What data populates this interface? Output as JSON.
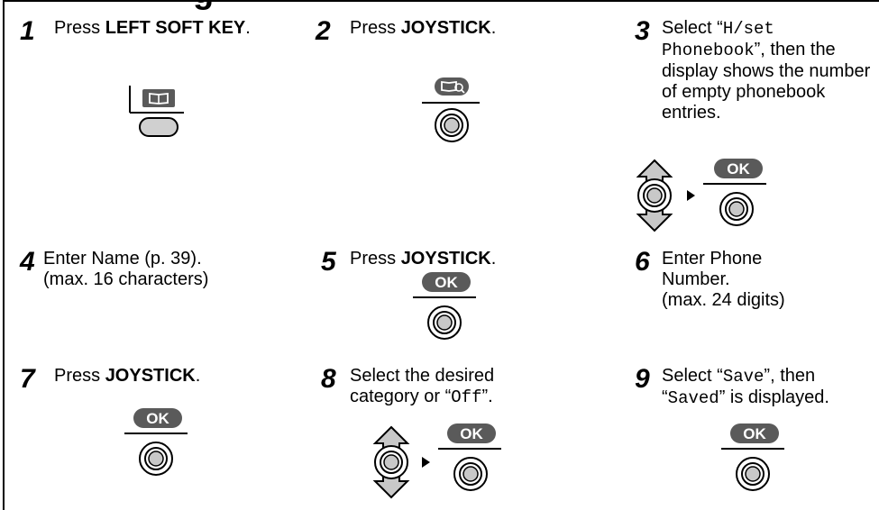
{
  "page": {
    "heading_fragment": "g"
  },
  "steps": [
    {
      "number": "1",
      "prefix": "Press ",
      "bold": "LEFT SOFT KEY",
      "suffix": ".",
      "icon": "left-soft-key-phonebook-icon"
    },
    {
      "number": "2",
      "prefix": "Press ",
      "bold": "JOYSTICK",
      "suffix": ".",
      "icon": "joystick-phonebook-icon"
    },
    {
      "number": "3",
      "prefix": "Select “",
      "mono1": "H/set Phonebook",
      "suffix": "”, then the display shows the number of empty phonebook entries.",
      "ok_label": "OK",
      "icon": "joystick-navigate-then-ok-icon"
    },
    {
      "number": "4",
      "line1": "Enter Name (p. 39).",
      "line2": "(max. 16 characters)"
    },
    {
      "number": "5",
      "prefix": "Press ",
      "bold": "JOYSTICK",
      "suffix": ".",
      "ok_label": "OK",
      "icon": "joystick-ok-icon"
    },
    {
      "number": "6",
      "line1": "Enter Phone",
      "line2": "Number.",
      "line3": "(max. 24 digits)"
    },
    {
      "number": "7",
      "prefix": "Press ",
      "bold": "JOYSTICK",
      "suffix": ".",
      "ok_label": "OK",
      "icon": "joystick-ok-icon"
    },
    {
      "number": "8",
      "line1": "Select the desired",
      "prefix2": "category or “",
      "mono1": "Off",
      "suffix2": "”.",
      "ok_label": "OK",
      "icon": "joystick-navigate-then-ok-icon"
    },
    {
      "number": "9",
      "prefix": "Select “",
      "mono1": "Save",
      "mid": "”, then",
      "prefix2": "“",
      "mono2": "Saved",
      "suffix2": "” is displayed.",
      "ok_label": "OK",
      "icon": "joystick-ok-icon"
    }
  ],
  "colors": {
    "badge_fill": "#5a5a5a",
    "badge_text": "#ffffff",
    "line": "#000000",
    "button_fill": "#d0d0d0"
  }
}
